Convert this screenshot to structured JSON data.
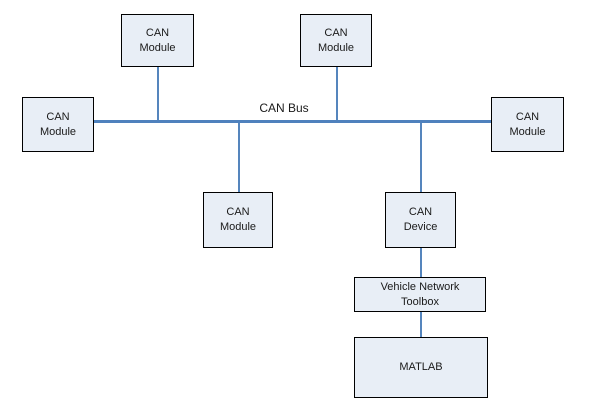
{
  "diagram": {
    "bus_label": "CAN Bus",
    "nodes": {
      "top_left_module": {
        "label": "CAN\nModule"
      },
      "top_mid_module": {
        "label": "CAN\nModule"
      },
      "left_module": {
        "label": "CAN\nModule"
      },
      "right_module": {
        "label": "CAN\nModule"
      },
      "bottom_module": {
        "label": "CAN\nModule"
      },
      "can_device": {
        "label": "CAN\nDevice"
      },
      "vehicle_network_toolbox": {
        "label": "Vehicle Network\nToolbox"
      },
      "matlab": {
        "label": "MATLAB"
      }
    },
    "colors": {
      "box_fill": "#e8eef6",
      "box_border": "#000000",
      "bus_line": "#4f81bd",
      "connector_line": "#5585bd",
      "text": "#1a1a1a",
      "background": "#ffffff"
    }
  }
}
